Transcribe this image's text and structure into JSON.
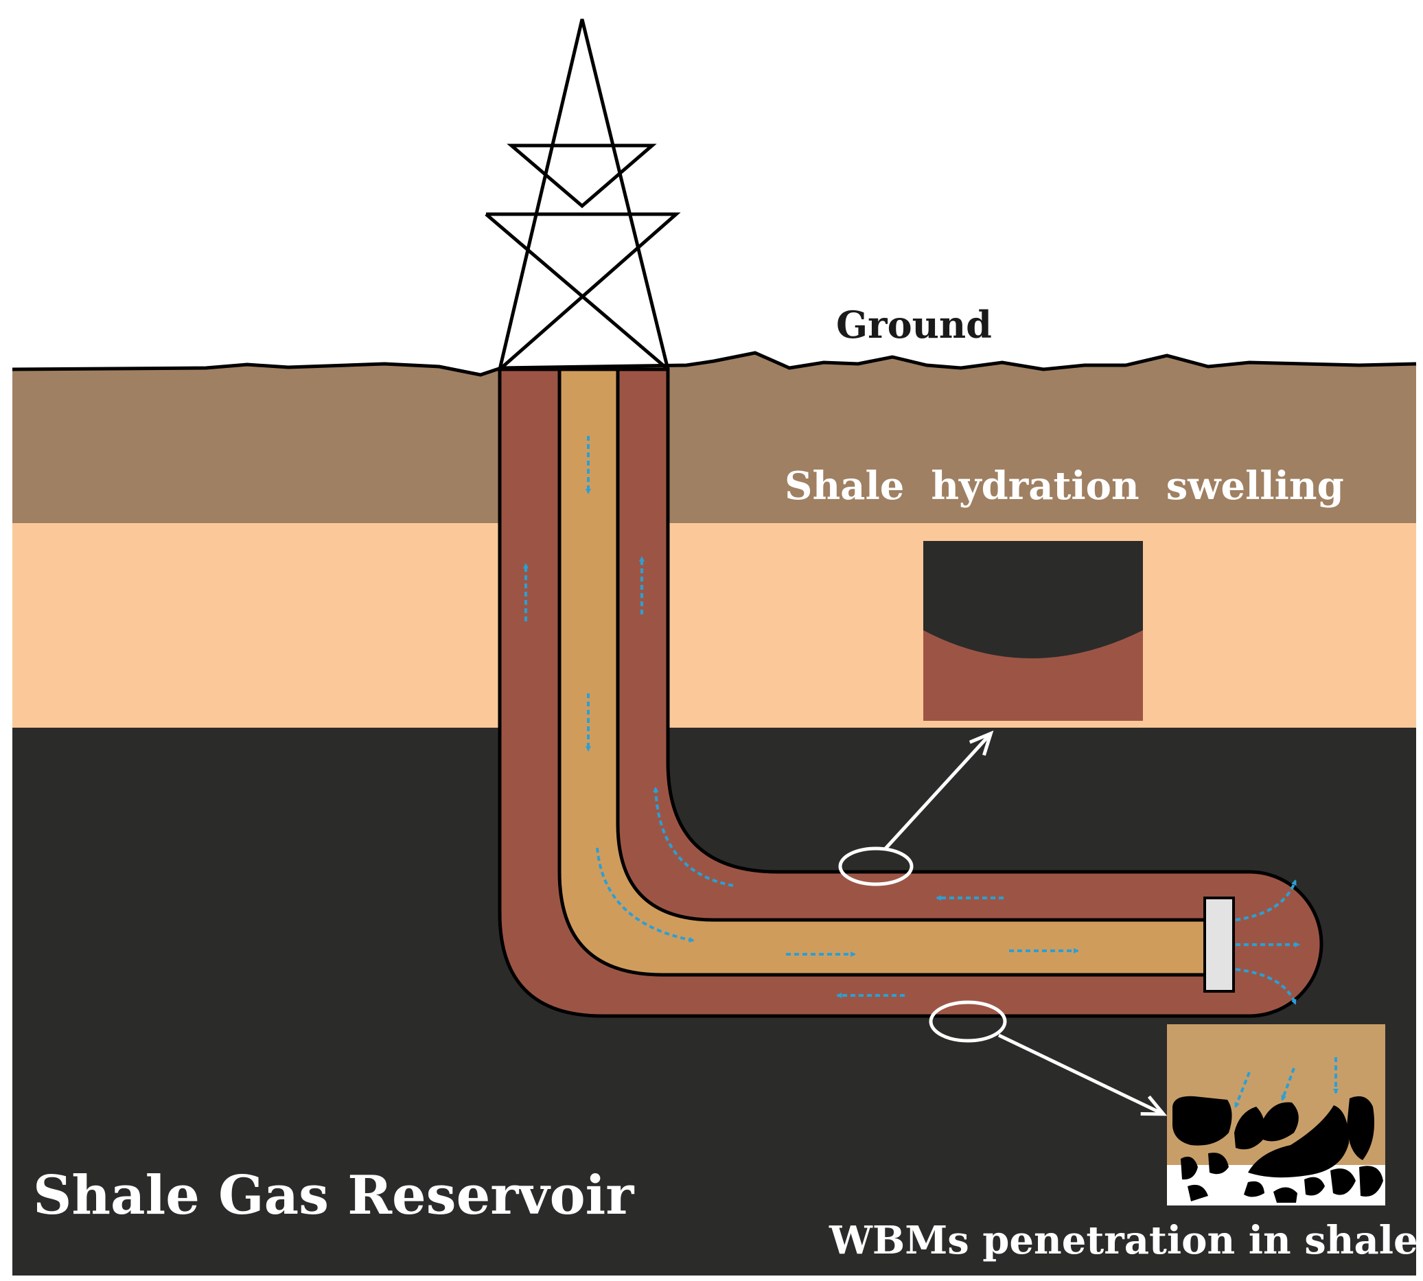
{
  "labels": {
    "ground": "Ground",
    "shale_hydration": "Shale  hydration  swelling",
    "reservoir": "Shale Gas Reservoir",
    "wbm_penetration": "WBMs penetration in shale"
  },
  "colors": {
    "sky": "#ffffff",
    "topsoil": "#a08062",
    "shale_layer": "#fbc999",
    "reservoir": "#2b2b2a",
    "annulus": "#9c5545",
    "drill_pipe_fluid": "#d09c5c",
    "flow_arrow": "#2aa0d6",
    "outline": "#000000",
    "callout": "#ffffff",
    "label_light": "#ffffff"
  },
  "icons": [
    "derrick-icon",
    "drill-bit-icon",
    "flow-arrow-icon"
  ]
}
